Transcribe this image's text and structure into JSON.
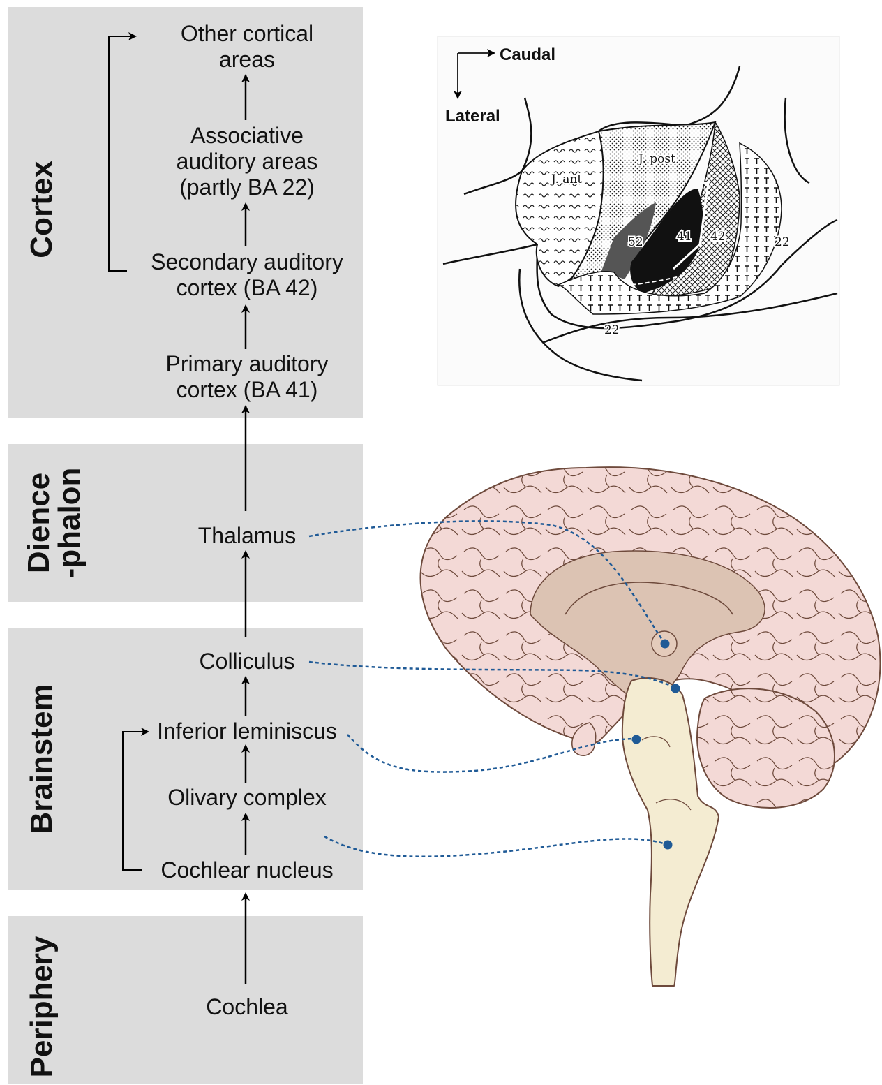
{
  "bands": [
    {
      "id": "cortex",
      "label": "Cortex"
    },
    {
      "id": "diencephalon",
      "label_lines": [
        "Dience",
        "-phalon"
      ]
    },
    {
      "id": "brainstem",
      "label": "Brainstem"
    },
    {
      "id": "periphery",
      "label": "Periphery"
    }
  ],
  "nodes": {
    "other_cortical": [
      "Other cortical",
      "areas"
    ],
    "associative": [
      "Associative",
      "auditory areas",
      "(partly BA 22)"
    ],
    "secondary": [
      "Secondary auditory",
      "cortex (BA 42)"
    ],
    "primary": [
      "Primary auditory",
      "cortex (BA 41)"
    ],
    "thalamus": "Thalamus",
    "colliculus": "Colliculus",
    "inferior_leminiscus": "Inferior leminiscus",
    "olivary": "Olivary complex",
    "cochlear_nucleus": "Cochlear nucleus",
    "cochlea": "Cochlea"
  },
  "brodmann_map": {
    "axis_caudal": "Caudal",
    "axis_lateral": "Lateral",
    "regions": {
      "j_ant": "J. ant",
      "j_post": "J. post",
      "ba52": "52",
      "ba41": "41",
      "ba42": "42",
      "ba22_right": "22",
      "ba22_bottom": "22"
    }
  },
  "colors": {
    "band": "#dcdcdc",
    "arrow": "#000000",
    "connector": "#1f5a96",
    "cortex_fill": "#f3d9d6",
    "cortex_stroke": "#6e4a3c",
    "inner_fill": "#dcc3b3",
    "brainstem_fill": "#f4ecd2",
    "map_ba41": "#111111"
  }
}
